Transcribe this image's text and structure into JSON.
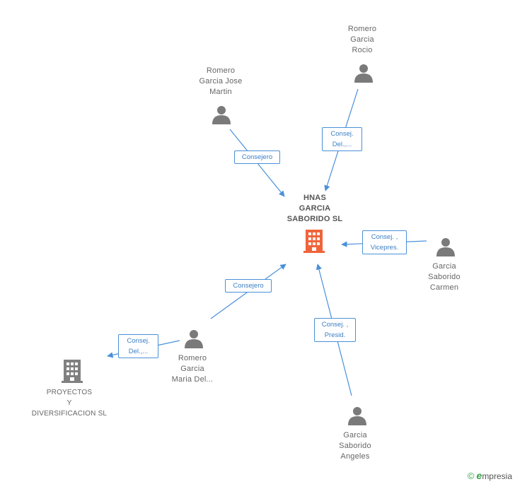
{
  "graph": {
    "center": {
      "name": [
        "HNAS",
        "GARCIA",
        "SABORIDO SL"
      ],
      "color": "#f0643a"
    },
    "people": {
      "rocio": [
        "Romero",
        "Garcia",
        "Rocio"
      ],
      "jose_martin": [
        "Romero",
        "Garcia Jose",
        "Martin"
      ],
      "carmen": [
        "Garcia",
        "Saborido",
        "Carmen"
      ],
      "maria": [
        "Romero",
        "Garcia",
        "Maria Del..."
      ],
      "angeles": [
        "Garcia",
        "Saborido",
        "Angeles"
      ]
    },
    "companies": {
      "proyectos": [
        "PROYECTOS",
        "Y",
        "DIVERSIFICACION SL"
      ]
    },
    "edges": {
      "rocio": [
        "Consej.",
        "Del.,..."
      ],
      "jose_martin": [
        "Consejero"
      ],
      "carmen": [
        "Consej. ,",
        "Vicepres."
      ],
      "maria_center": [
        "Consejero"
      ],
      "maria_proyectos": [
        "Consej.",
        "Del.,..."
      ],
      "angeles": [
        "Consej. ,",
        "Presid."
      ]
    },
    "colors": {
      "edge": "#4a90d9",
      "person_icon": "#7a7a7a",
      "company_icon": "#808080"
    }
  },
  "footer": {
    "copyright": "©",
    "brand_initial": "e",
    "brand_rest": "mpresia"
  }
}
